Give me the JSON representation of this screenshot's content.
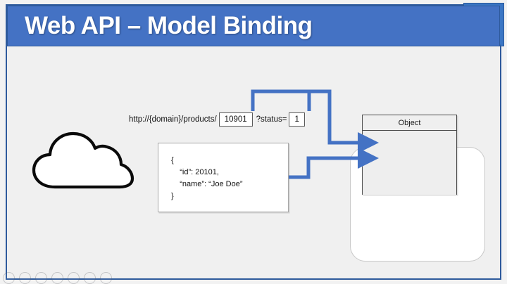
{
  "slide": {
    "title": "Web API – Model Binding",
    "title_color": "#4472c4",
    "frame_color": "#2e5a9c",
    "canvas_color": "#f0f0f0",
    "connector_color": "#4472c4"
  },
  "avatar": {
    "name": "presenter-avatar",
    "background": "#3b76c4"
  },
  "diagram": {
    "cloud": {
      "label": "cloud-shape",
      "stroke": "#0a0a0a"
    },
    "url": {
      "base": "http://{domain}/products/",
      "route_value": "10901",
      "query_key": "?status=",
      "query_value": "1"
    },
    "body": {
      "text": "{\n    “id”: 20101,\n    “name”: “Joe Doe”\n}"
    },
    "target": {
      "header": "Object",
      "body": ""
    },
    "arrows": [
      {
        "name": "route-to-object",
        "from": "route-value-box",
        "to": "object-box"
      },
      {
        "name": "query-to-object",
        "from": "query-value-box",
        "to": "object-box"
      },
      {
        "name": "body-to-object",
        "from": "json-body-box",
        "to": "object-box"
      }
    ]
  },
  "player": {
    "controls": [
      "rewind-icon",
      "play-icon",
      "fast-forward-icon",
      "settings-icon",
      "volume-icon",
      "fullscreen-icon",
      "minimize-icon"
    ]
  }
}
